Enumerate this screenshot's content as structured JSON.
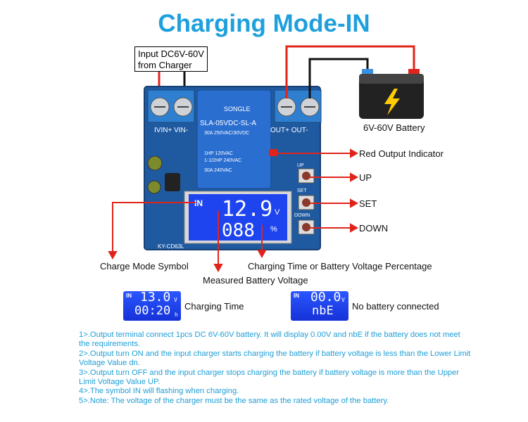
{
  "title": "Charging Mode-IN",
  "input_box": {
    "line1": "Input DC6V-60V",
    "line2": "from Charger"
  },
  "battery_label": "6V-60V Battery",
  "board": {
    "terminal_in": "IVIN+ VIN-",
    "terminal_out": "OUT+ OUT-",
    "relay_lines": [
      "SONGLE",
      "SLA-05VDC-SL-A",
      "30A 250VAC/30VDC",
      "1HP 120VAC",
      "1-1/2HP 240VAC",
      "30A 240VAC"
    ],
    "model": "KY-CD63L",
    "btn_up": "UP",
    "btn_set": "SET",
    "btn_down": "DOWN",
    "lcd_in": "IN",
    "lcd_top": "12.9",
    "lcd_top_unit": "V",
    "lcd_bottom": "088",
    "lcd_bottom_unit": "%"
  },
  "callouts": {
    "red_output": "Red Output Indicator",
    "up": "UP",
    "set": "SET",
    "down": "DOWN",
    "charge_mode": "Charge Mode Symbol",
    "measured": "Measured Battery Voltage",
    "charging_time_pct": "Charging Time or Battery Voltage Percentage"
  },
  "examples": [
    {
      "in": "IN",
      "top": "13.0",
      "top_unit": "V",
      "bottom": "00:20",
      "bottom_unit": "h",
      "caption": "Charging Time"
    },
    {
      "in": "IN",
      "top": "00.0",
      "top_unit": "V",
      "bottom": "nbE",
      "bottom_unit": "",
      "caption": "No battery connected"
    }
  ],
  "notes": [
    "1>.Output terminal connect 1pcs DC 6V-60V battery. It will display 0.00V and nbE if the battery does not meet the requirements.",
    "2>.Output turn ON and the input charger starts charging the battery if battery voltage is less than the Lower Limit Voltage Value dn.",
    "3>.Output turn OFF and the input charger stops charging the battery if battery voltage is more than the Upper Limit Voltage Value UP.",
    "4>.The symbol IN will flashing when charging.",
    "5>.Note: The voltage of the charger must be the same as the rated voltage of the battery."
  ],
  "colors": {
    "title": "#1ea0dc",
    "board": "#1f5aa0",
    "wire_red": "#e0241b",
    "lcd": "#1e44f0"
  }
}
